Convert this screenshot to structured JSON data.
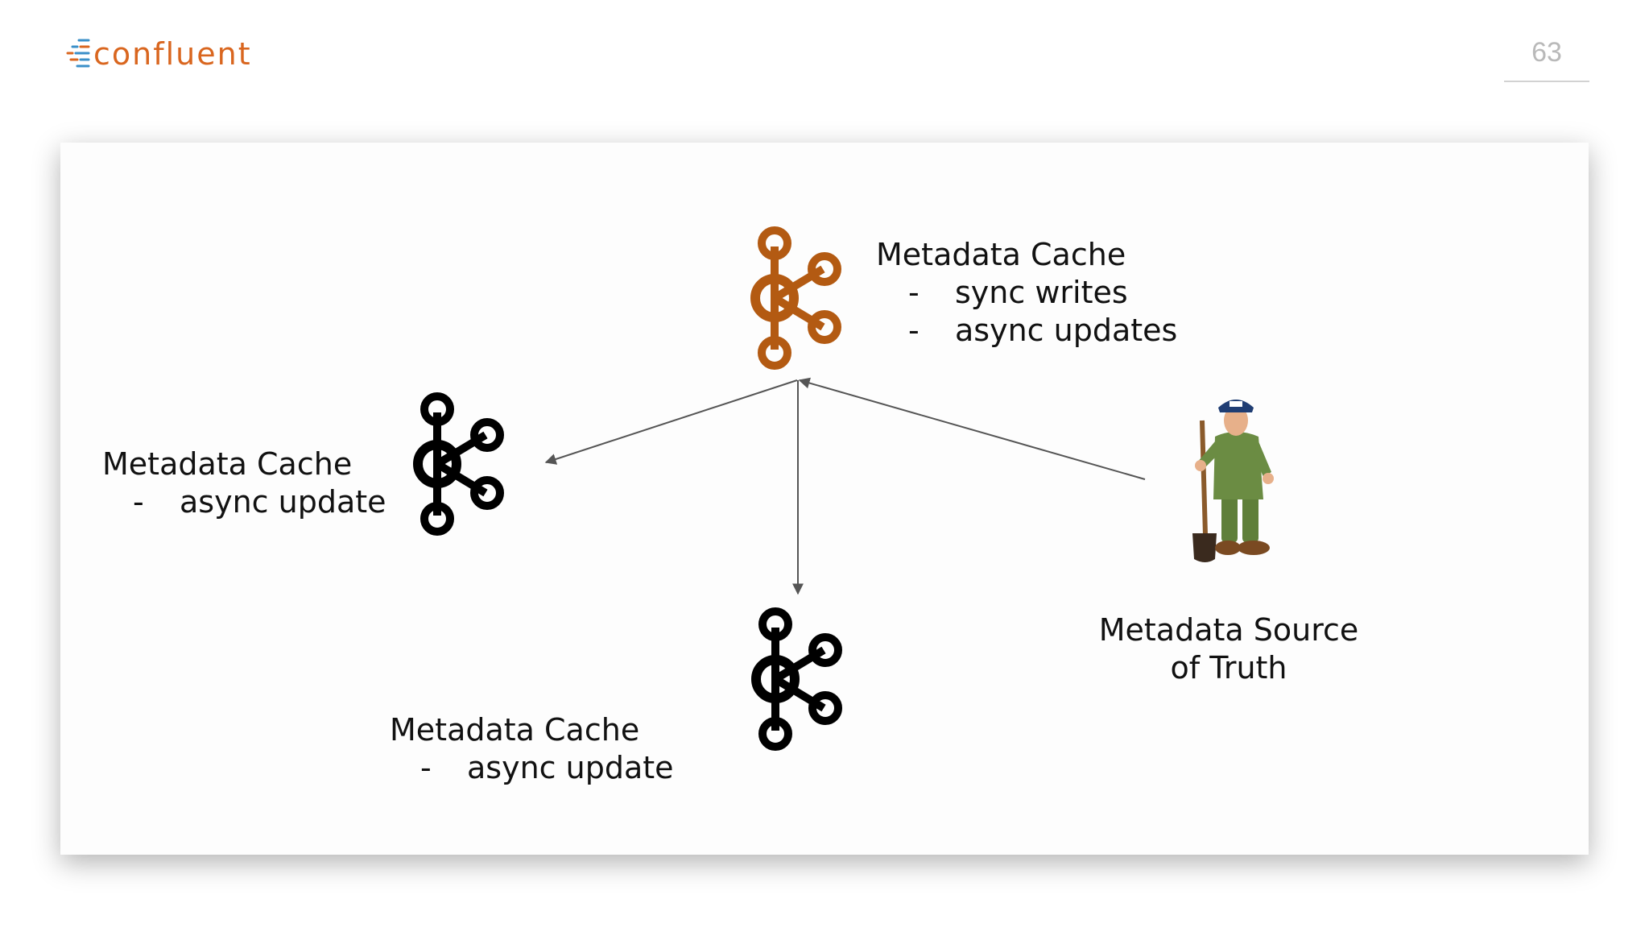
{
  "header": {
    "brand": "confluent",
    "page_number": "63"
  },
  "diagram": {
    "nodes": [
      {
        "id": "leader",
        "title": "Metadata Cache",
        "bullets": [
          "sync writes",
          "async updates"
        ],
        "icon": "kafka-logo-icon",
        "color": "#b35a12"
      },
      {
        "id": "broker-left",
        "title": "Metadata Cache",
        "bullets": [
          "async update"
        ],
        "icon": "kafka-logo-icon",
        "color": "#000000"
      },
      {
        "id": "broker-bottom",
        "title": "Metadata Cache",
        "bullets": [
          "async update"
        ],
        "icon": "kafka-logo-icon",
        "color": "#000000"
      },
      {
        "id": "zookeeper",
        "title_lines": [
          "Metadata Source",
          "of Truth"
        ],
        "icon": "zookeeper-icon"
      }
    ],
    "bullet_marker": "-",
    "edges": [
      {
        "from": "leader",
        "to": "broker-left"
      },
      {
        "from": "leader",
        "to": "broker-bottom"
      },
      {
        "from": "zookeeper",
        "to": "leader"
      }
    ],
    "edge_color": "#555555"
  }
}
